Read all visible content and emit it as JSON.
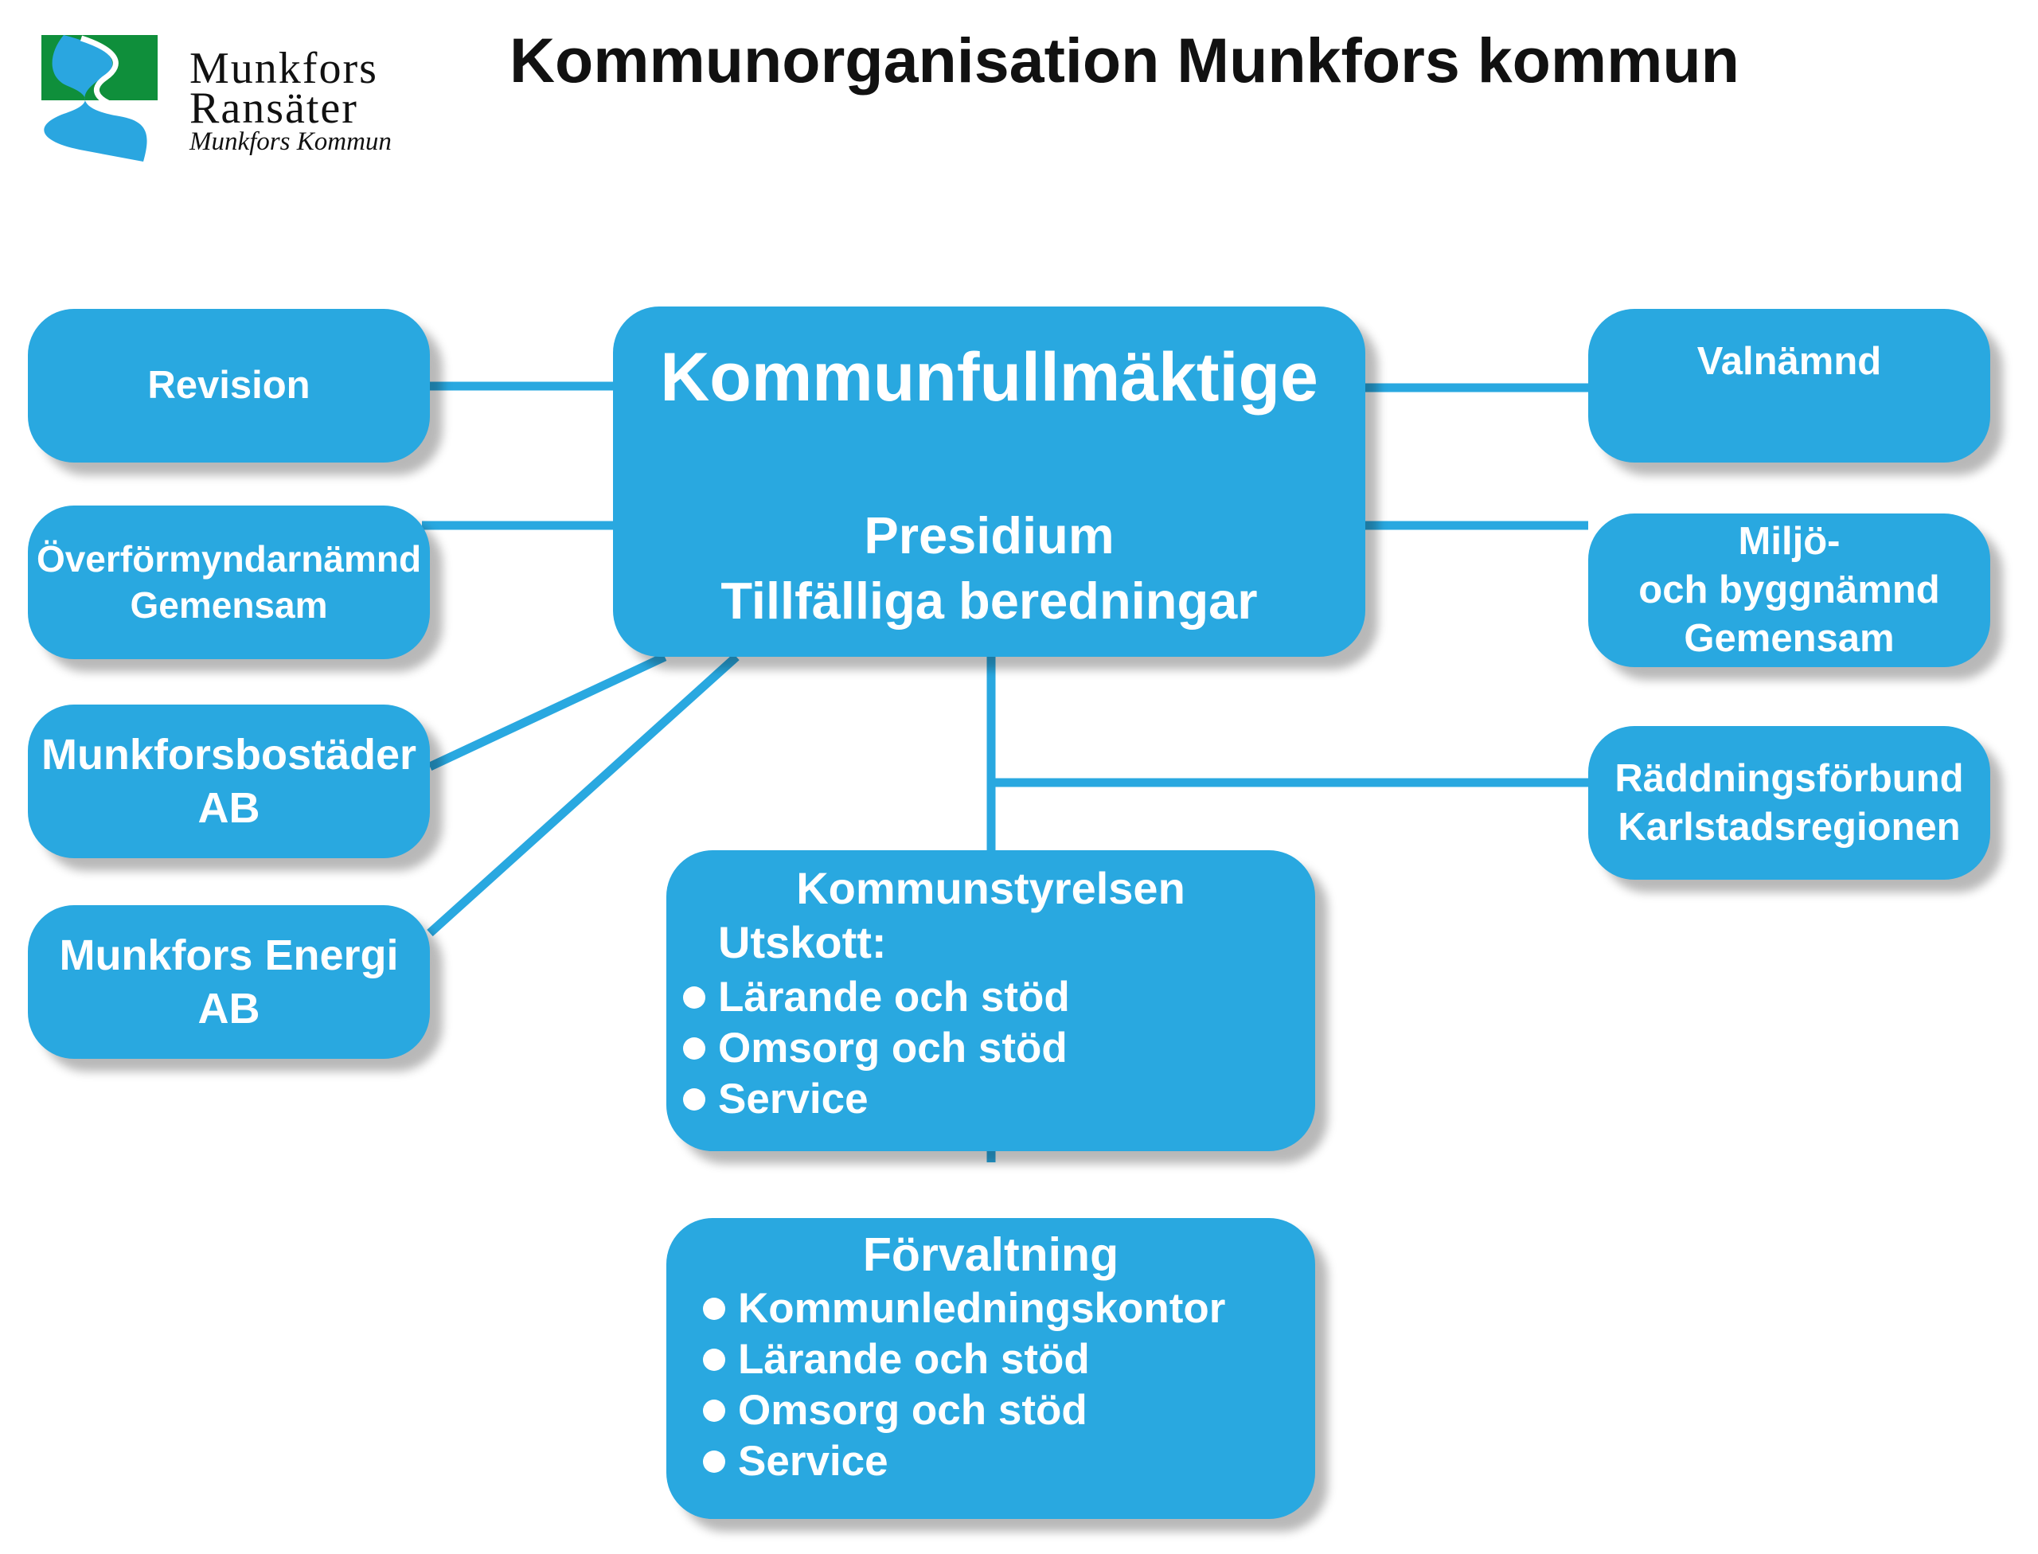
{
  "header": {
    "title": "Kommunorganisation Munkfors kommun"
  },
  "logo": {
    "line1": "Munkfors",
    "line2": "Ransäter",
    "line3": "Munkfors Kommun"
  },
  "colors": {
    "box": "#29a8e0",
    "connector": "#29a8e0",
    "logo_green": "#0f8f3b",
    "logo_blue": "#2aa6e0"
  },
  "council": {
    "title": "Kommunfullmäktige",
    "line1": "Presidium",
    "line2": "Tillfälliga beredningar"
  },
  "left_boxes": {
    "revision": "Revision",
    "overformynd_1": "Överförmyndarnämnd",
    "overformynd_2": "Gemensam",
    "bostader_1": "Munkforsbostäder",
    "bostader_2": "AB",
    "energi_1": "Munkfors Energi",
    "energi_2": "AB"
  },
  "right_boxes": {
    "valnamnd": "Valnämnd",
    "miljo_1": "Miljö-",
    "miljo_2": "och byggnämnd",
    "miljo_3": "Gemensam",
    "raddning_1": "Räddningsförbund",
    "raddning_2": "Karlstadsregionen"
  },
  "styrelse": {
    "title": "Kommunstyrelsen",
    "subtitle": "Utskott:",
    "items": [
      "Lärande och stöd",
      "Omsorg och stöd",
      "Service"
    ]
  },
  "forvaltning": {
    "title": "Förvaltning",
    "items": [
      "Kommunledningskontor",
      "Lärande och stöd",
      "Omsorg och stöd",
      "Service"
    ]
  }
}
